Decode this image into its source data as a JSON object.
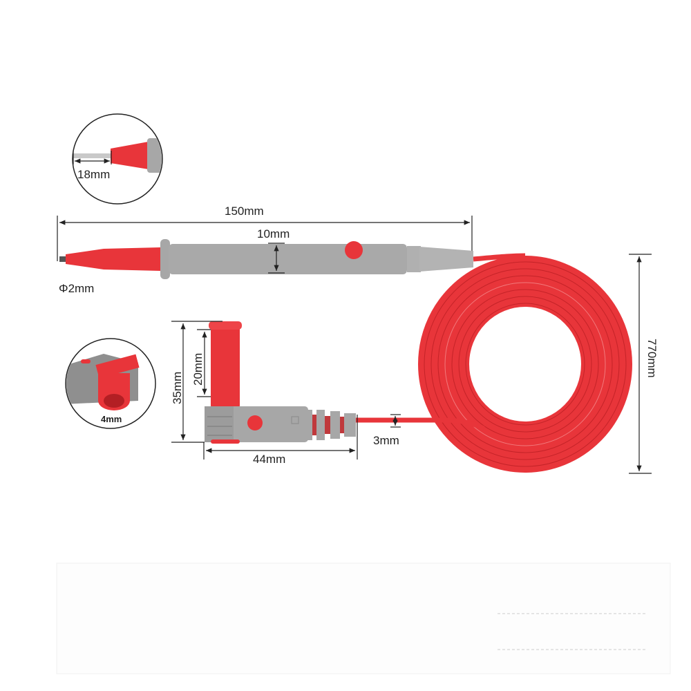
{
  "labels": {
    "tip_length": "18mm",
    "probe_length": "150mm",
    "probe_diameter": "10mm",
    "tip_diameter": "Φ2mm",
    "cable_length": "770mm",
    "plug_socket": "4mm",
    "plug_height": "35mm",
    "plug_sleeve": "20mm",
    "plug_length": "44mm",
    "cable_diameter": "3mm"
  },
  "colors": {
    "red": "#e8353a",
    "gray": "#a7a7a7",
    "dark_gray": "#8c8c8c"
  }
}
